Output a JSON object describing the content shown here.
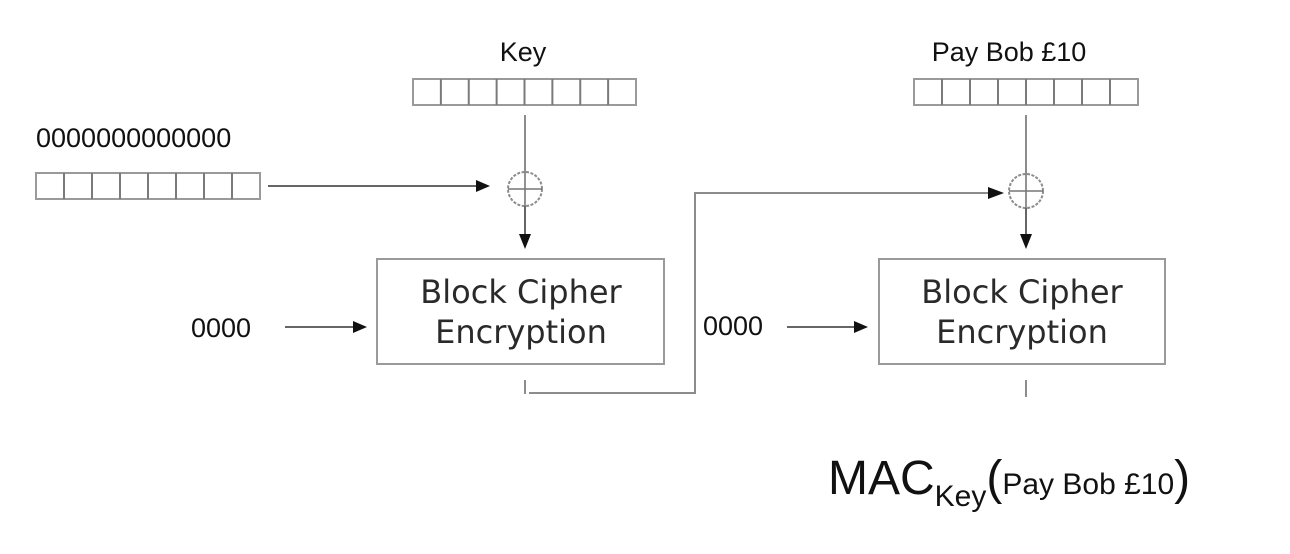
{
  "diagram": {
    "title": "CBC-MAC construction",
    "inputs": {
      "iv_label": "0000000000000",
      "key_label": "Key",
      "message_label": "Pay Bob £10"
    },
    "blocks": [
      {
        "line1": "Block Cipher",
        "line2": "Encryption",
        "side_input": "0000"
      },
      {
        "line1": "Block Cipher",
        "line2": "Encryption",
        "side_input": "0000"
      }
    ],
    "register_cells": 8,
    "output": {
      "mac": "MAC",
      "subscript": "Key",
      "open_paren": "(",
      "argument": "Pay Bob £10",
      "close_paren": ")"
    },
    "colors": {
      "text": "#111111",
      "line": "#8c8c8c",
      "arrow": "#111111"
    }
  }
}
